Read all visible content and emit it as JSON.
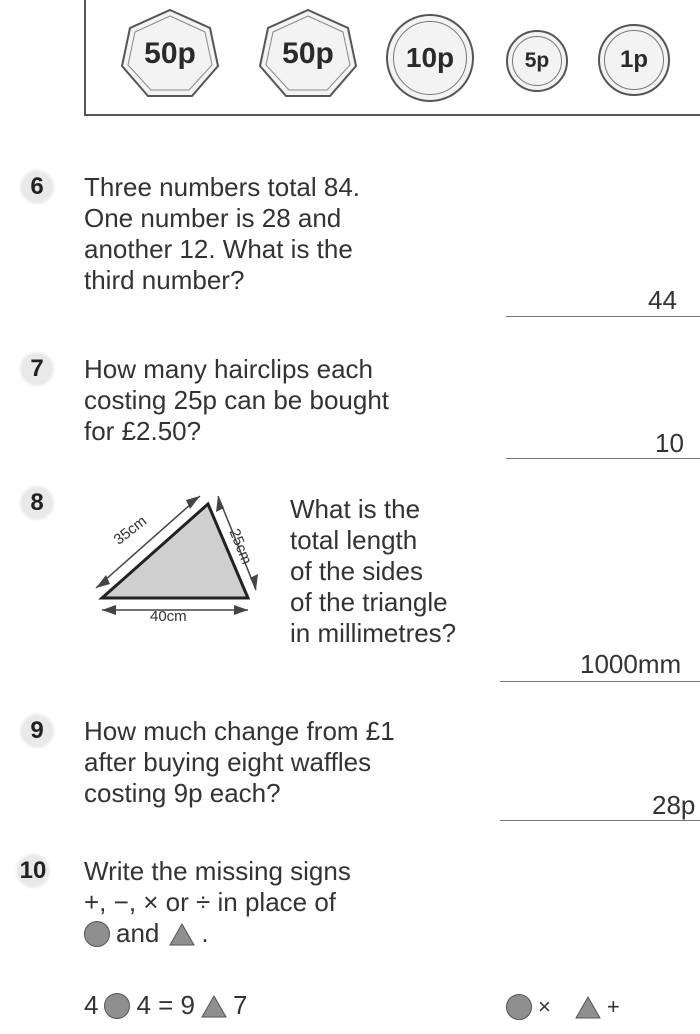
{
  "coins": [
    "50p",
    "50p",
    "10p",
    "5p",
    "1p"
  ],
  "questions": [
    {
      "number": "6",
      "lines": [
        "Three numbers total 84.",
        "One number is 28 and",
        "another 12. What is the",
        "third number?"
      ],
      "answer": "44"
    },
    {
      "number": "7",
      "lines": [
        "How many hairclips each",
        "costing 25p can be bought",
        "for £2.50?"
      ],
      "answer": "10"
    },
    {
      "number": "8",
      "lines": [
        "What is the",
        "total length",
        "of the sides",
        "of the triangle",
        "in millimetres?"
      ],
      "answer": "1000mm",
      "triangle": {
        "side_a": "35cm",
        "side_b": "25cm",
        "side_c": "40cm"
      }
    },
    {
      "number": "9",
      "lines": [
        "How much change from £1",
        "after buying eight waffles",
        "costing 9p each?"
      ],
      "answer": "28p"
    },
    {
      "number": "10",
      "lines": [
        "Write the missing signs",
        "+, −, × or ÷ in place of",
        "and"
      ],
      "equation": {
        "left": "4",
        "mid": "4 = 9",
        "right": "7"
      },
      "answer_circle": "×",
      "answer_triangle": "+"
    }
  ],
  "colors": {
    "ink": "#333333",
    "shape_fill": "#8f8f8f",
    "triangle_fill": "#cfcfcf"
  }
}
